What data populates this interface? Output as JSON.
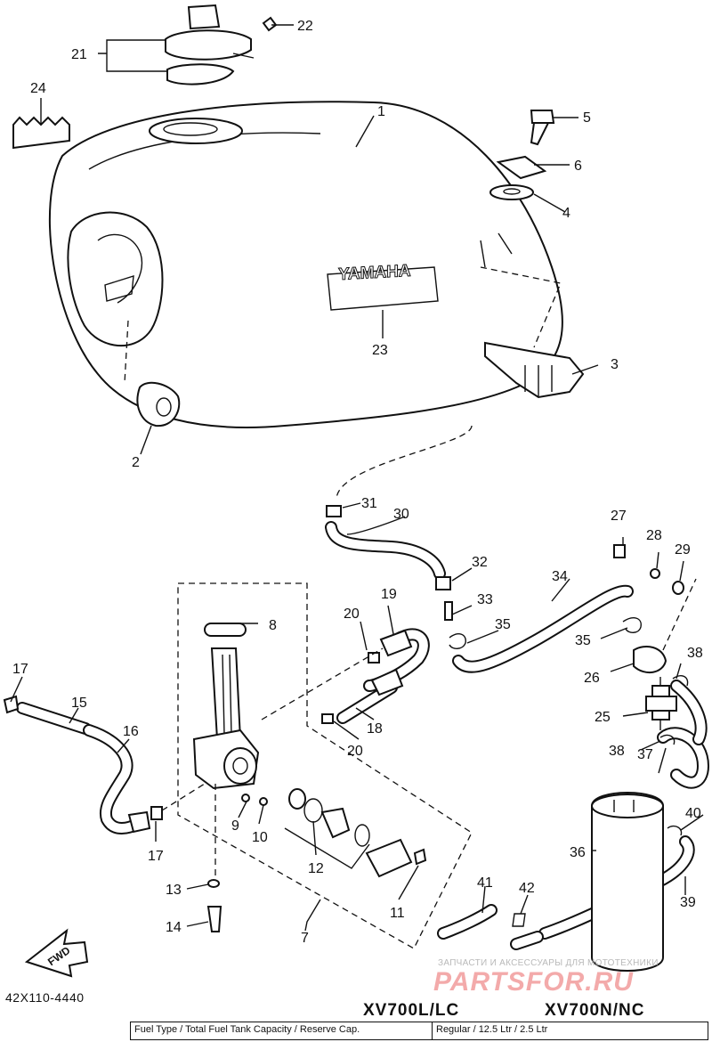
{
  "callouts": {
    "c1": "1",
    "c2": "2",
    "c3": "3",
    "c4": "4",
    "c5": "5",
    "c6": "6",
    "c7": "7",
    "c8": "8",
    "c9": "9",
    "c10": "10",
    "c11": "11",
    "c12": "12",
    "c13": "13",
    "c14": "14",
    "c15": "15",
    "c16": "16",
    "c17": "17",
    "c18": "18",
    "c19": "19",
    "c20": "20",
    "c21": "21",
    "c22": "22",
    "c23": "23",
    "c24": "24",
    "c25": "25",
    "c26": "26",
    "c27": "27",
    "c28": "28",
    "c29": "29",
    "c30": "30",
    "c31": "31",
    "c32": "32",
    "c33": "33",
    "c34": "34",
    "c35": "35",
    "c36": "36",
    "c37": "37",
    "c38": "38",
    "c39": "39",
    "c40": "40",
    "c41": "41",
    "c42": "42"
  },
  "tank_brand": "YAMAHA",
  "arrow_label": "FWD",
  "catalog_code": "42X110-4440",
  "models": {
    "left": "XV700L/LC",
    "right": "XV700N/NC"
  },
  "spec_row": {
    "left": "Fuel Type / Total Fuel Tank Capacity / Reserve Cap.",
    "right": "Regular / 12.5 Ltr / 2.5 Ltr"
  },
  "watermark": {
    "caption": "ЗАПЧАСТИ И АКСЕССУАРЫ ДЛЯ МОТОТЕХНИКИ",
    "logo": "PARTSFOR.RU"
  }
}
